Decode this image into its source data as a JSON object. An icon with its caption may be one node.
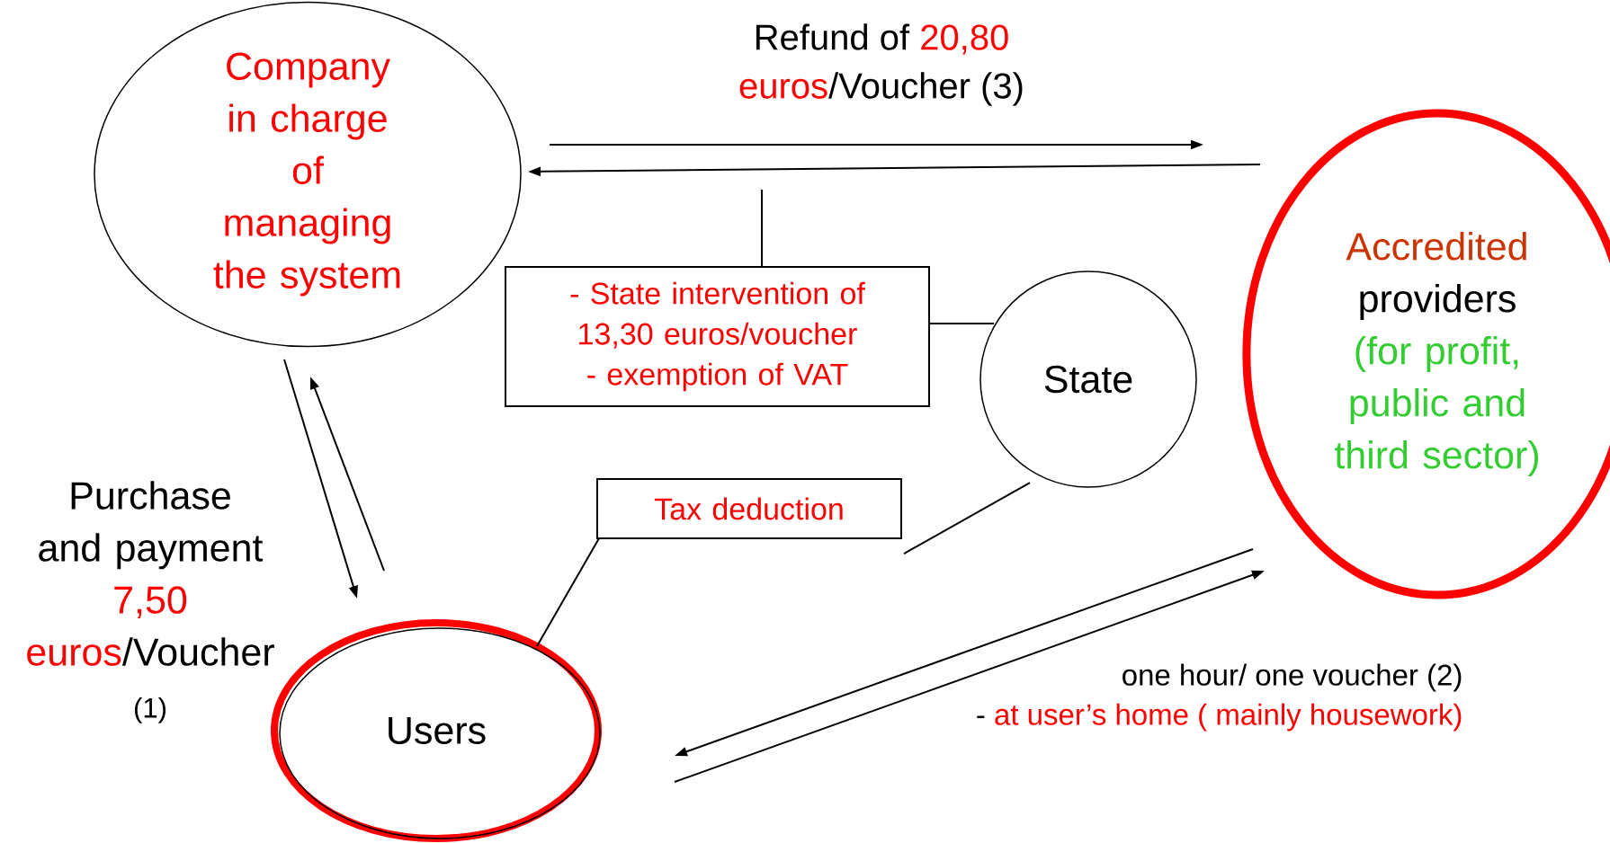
{
  "diagram": {
    "nodes": [
      {
        "text": [
          "Company in charge of managing the system"
        ]
      },
      {
        "text": [
          "Accredited",
          "providers",
          "(for profit, public and third sector)"
        ]
      },
      {
        "text": [
          "- State intervention of 13,30 euros/voucher",
          "- exemption of VAT"
        ]
      },
      {
        "text": [
          "State"
        ]
      },
      {
        "text": [
          "Tax deduction"
        ]
      },
      {
        "text": [
          "Users"
        ]
      }
    ],
    "edges": [
      {
        "from": 0,
        "to": 1,
        "arrow": "to"
      },
      {
        "from": 1,
        "to": 0,
        "arrow": "to"
      },
      {
        "from": 0,
        "to": 5,
        "arrow": "to"
      },
      {
        "from": 5,
        "to": 0,
        "arrow": "to"
      },
      {
        "from": 1,
        "to": 5,
        "arrow": "to"
      },
      {
        "from": 5,
        "to": 1,
        "arrow": "to"
      },
      {
        "from": 2,
        "to": null,
        "arrow": "none"
      },
      {
        "from": 2,
        "to": 3,
        "arrow": "none"
      },
      {
        "from": 3,
        "to": 4,
        "arrow": "none"
      },
      {
        "from": 4,
        "to": 5,
        "arrow": "none"
      }
    ],
    "labels": [
      "Refund of",
      "20,80",
      "euros",
      "/Voucher (3)",
      "Purchase and payment",
      "7,50",
      "euros",
      "/Voucher",
      "(1)",
      "one hour/ one voucher (2)",
      "-",
      "at user’s home ( mainly housework)"
    ]
  }
}
